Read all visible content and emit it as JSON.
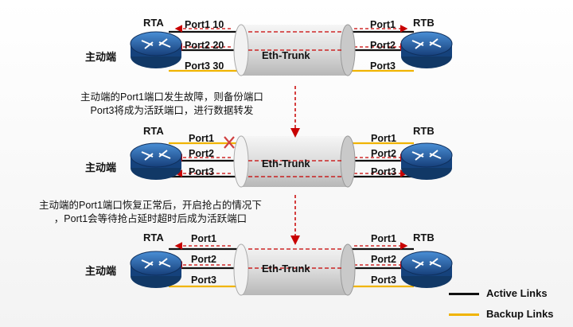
{
  "colors": {
    "active": "#111111",
    "backup": "#f0b400",
    "arrow": "#c80000",
    "router_blue": "#1f5fa8",
    "trunk": "#d8d8d8"
  },
  "diagram": {
    "rta_label": "RTA",
    "rtb_label": "RTB",
    "master_label": "主动端",
    "trunk_label": "Eth-Trunk",
    "stages": [
      {
        "ports_left": [
          "Port1 10",
          "Port2 20",
          "Port3 30"
        ],
        "ports_right": [
          "Port1",
          "Port2",
          "Port3"
        ],
        "link_types": [
          "active",
          "active",
          "backup"
        ]
      },
      {
        "ports_left": [
          "Port1",
          "Port2",
          "Port3"
        ],
        "ports_right": [
          "Port1",
          "Port2",
          "Port3"
        ],
        "link_types": [
          "backup",
          "active",
          "active"
        ]
      },
      {
        "ports_left": [
          "Port1",
          "Port2",
          "Port3"
        ],
        "ports_right": [
          "Port1",
          "Port2",
          "Port3"
        ],
        "link_types": [
          "active",
          "active",
          "backup"
        ]
      }
    ],
    "captions": [
      [
        "主动端的Port1端口发生故障，则备份端口",
        "Port3将成为活跃端口，进行数据转发"
      ],
      [
        "主动端的Port1端口恢复正常后，开启抢占的情况下",
        "，Port1会等待抢占延时超时后成为活跃端口"
      ]
    ]
  },
  "legend": {
    "active_label": "Active Links",
    "backup_label": "Backup Links"
  }
}
